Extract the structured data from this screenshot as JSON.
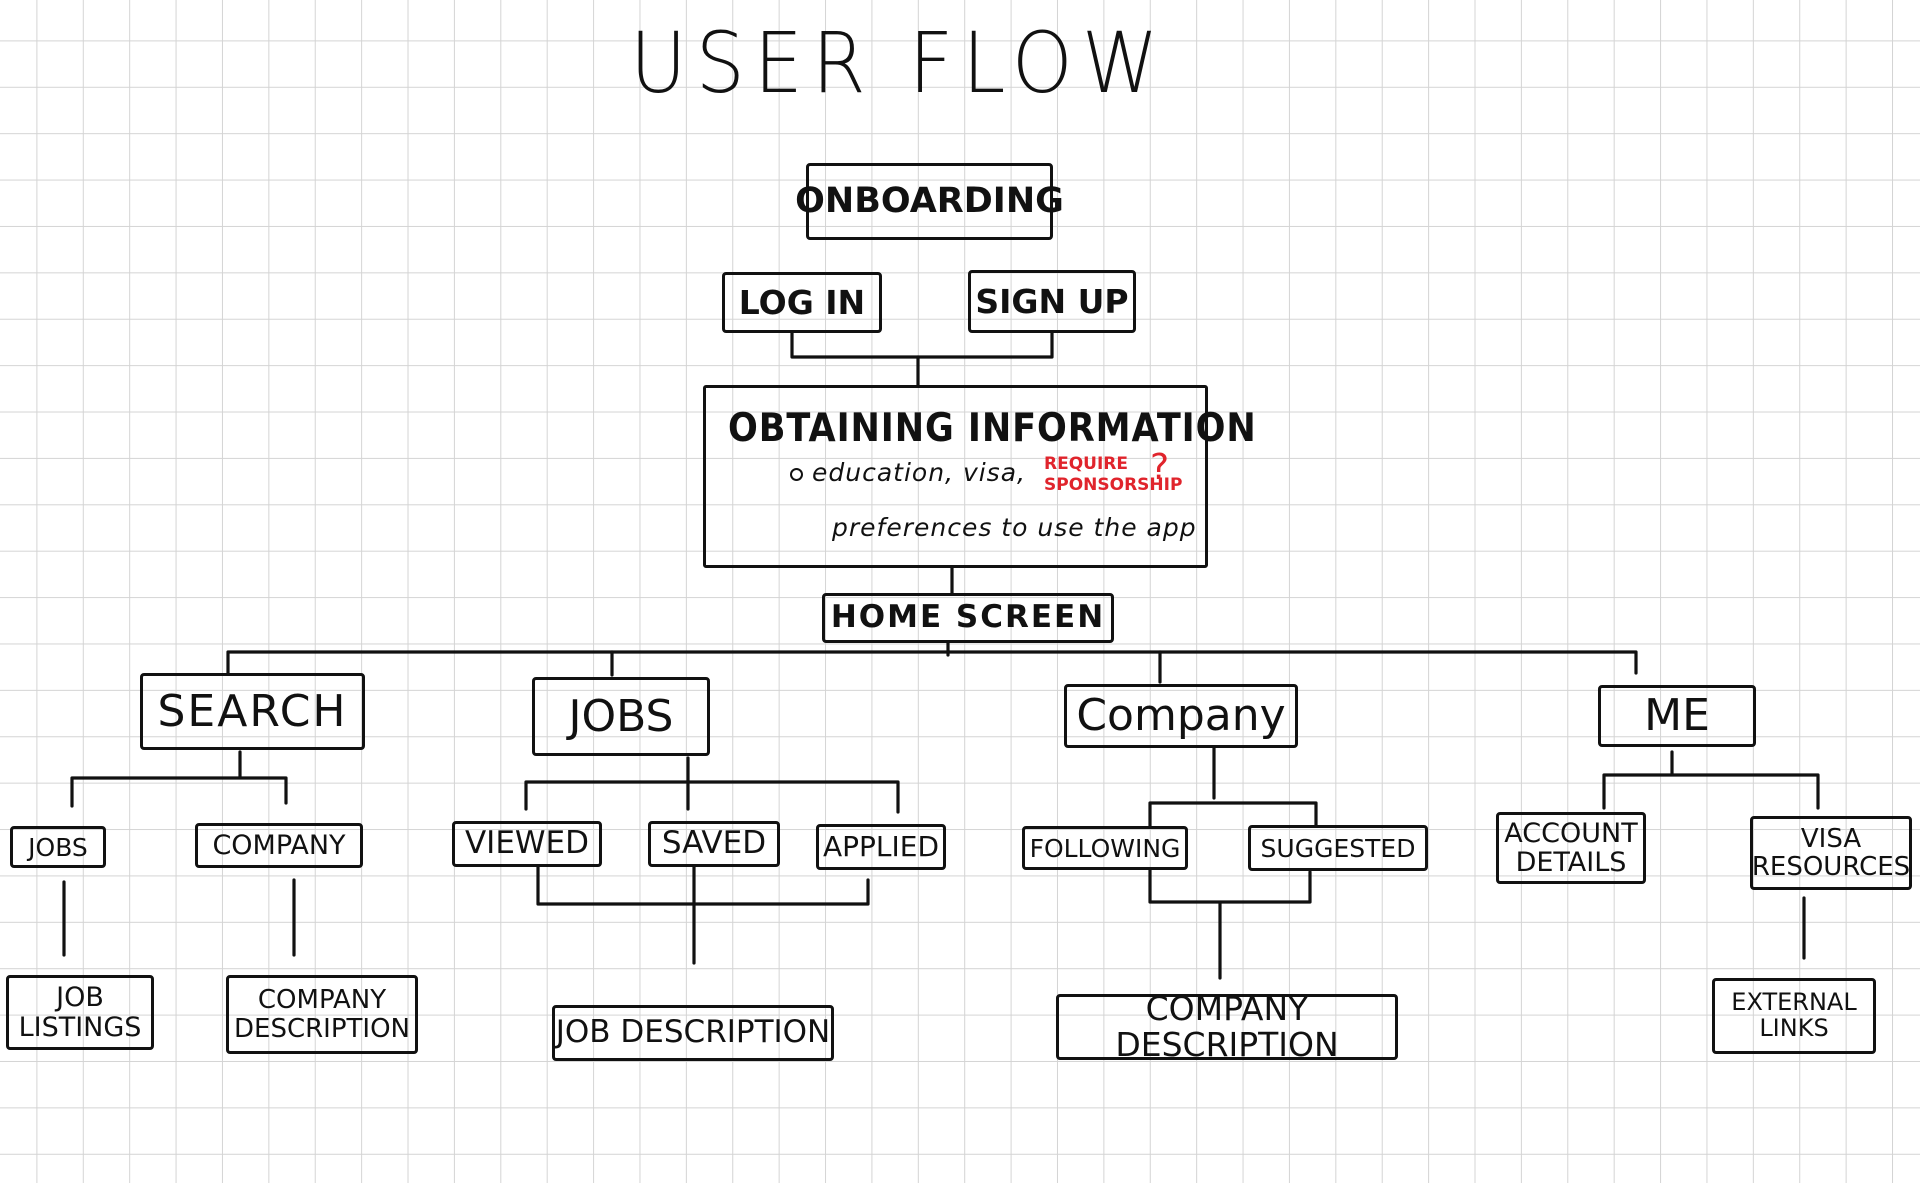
{
  "diagram": {
    "title": "USER FLOW",
    "ink_color": "#111111",
    "note_color": "#e0242c",
    "nodes": {
      "onboarding": "ONBOARDING",
      "login": "LOG IN",
      "signup": "SIGN UP",
      "obtaining_information": {
        "title": "OBTAINING INFORMATION",
        "line1": "education, visa,",
        "note": "REQUIRE\nSPONSORSHIP",
        "note_mark": "?",
        "line2": "preferences to use the app"
      },
      "home_screen": "HOME SCREEN",
      "search": "SEARCH",
      "jobs_tab": "JOBS",
      "company_tab": "Company",
      "me": "ME",
      "search_jobs": "JOBS",
      "search_company": "COMPANY",
      "job_listings": "JOB\nLISTINGS",
      "company_description_search": "COMPANY\nDESCRIPTION",
      "viewed": "VIEWED",
      "saved": "SAVED",
      "applied": "APPLIED",
      "job_description": "JOB DESCRIPTION",
      "following": "FOLLOWING",
      "suggested": "SUGGESTED",
      "company_description": "COMPANY DESCRIPTION",
      "account_details": "ACCOUNT\nDETAILS",
      "visa_resources": "VISA\nRESOURCES",
      "external_links": "EXTERNAL\nLINKS"
    }
  }
}
